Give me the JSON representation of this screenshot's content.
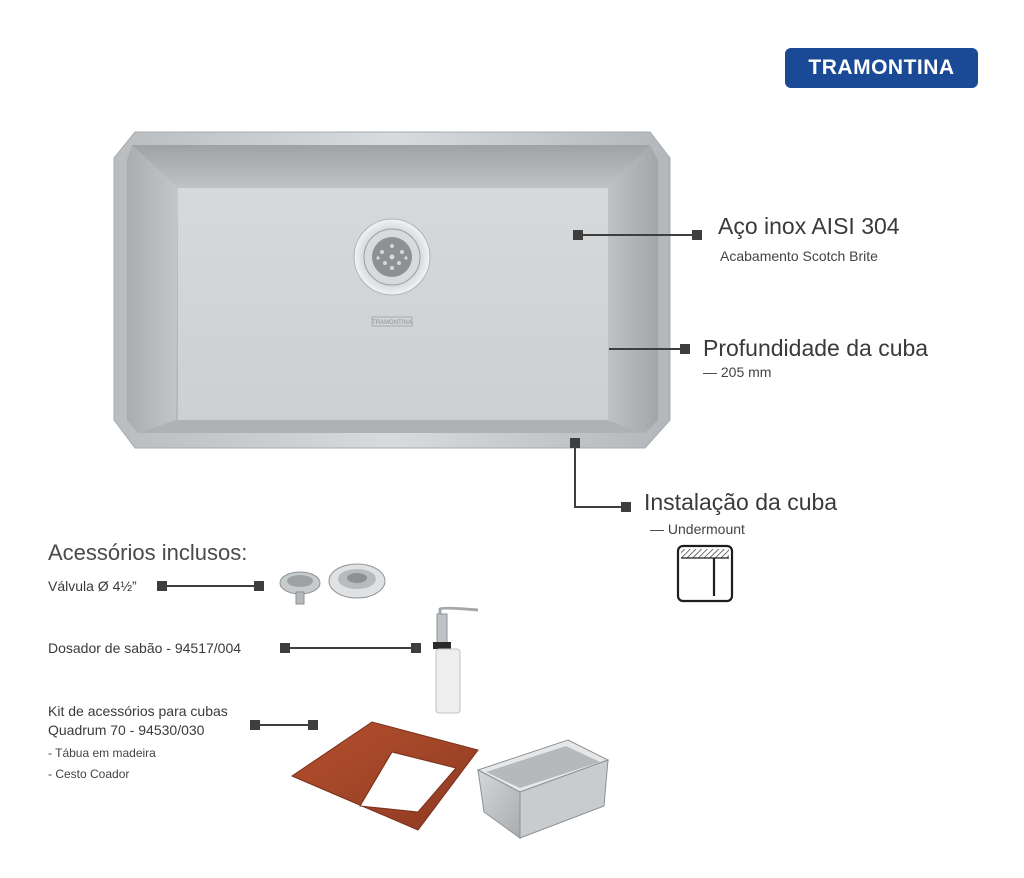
{
  "brand": {
    "name": "TRAMONTINA",
    "color": "#1a4a96"
  },
  "callouts": {
    "material": {
      "title": "Aço inox AISI 304",
      "subtitle": "Acabamento Scotch Brite"
    },
    "depth": {
      "title": "Profundidade da cuba",
      "subtitle": "— 205 mm"
    },
    "installation": {
      "title": "Instalação da cuba",
      "subtitle": "— Undermount",
      "icon": "undermount-icon"
    }
  },
  "accessories": {
    "title": "Acessórios inclusos:",
    "items": [
      {
        "label": "Válvula Ø 4½”",
        "icon": "drain-valve-icon"
      },
      {
        "label": "Dosador de sabão - 94517/004",
        "icon": "soap-dispenser-icon"
      },
      {
        "label_line1": "Kit de acessórios para cubas",
        "label_line2": "Quadrum 70 - 94530/030",
        "sub": [
          "- Tábua em madeira",
          "- Cesto Coador"
        ],
        "icon": "accessory-kit-icon"
      }
    ]
  },
  "sink": {
    "image": "stainless-steel-sink-image",
    "drain_brand": "TRAMONTINA"
  }
}
